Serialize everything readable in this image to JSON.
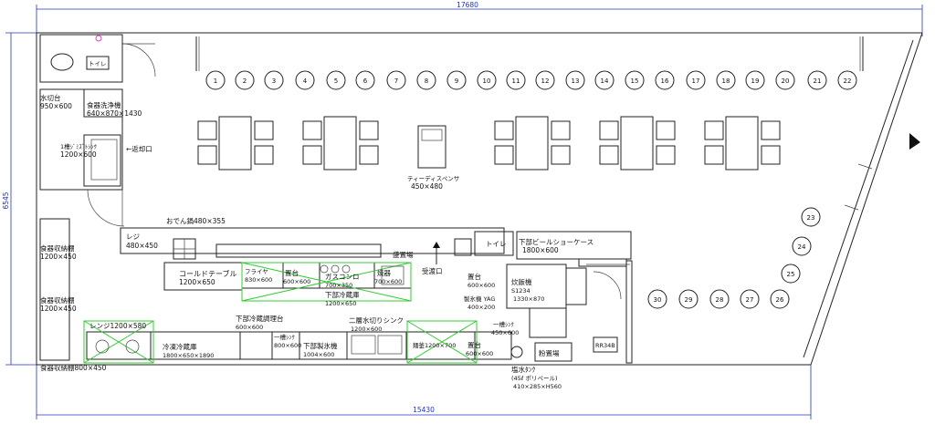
{
  "dimensions": {
    "top": "17680",
    "bottom": "15430",
    "left": "6545"
  },
  "seats_top": [
    "1",
    "2",
    "3",
    "4",
    "5",
    "6",
    "7",
    "8",
    "9",
    "10",
    "11",
    "12",
    "13",
    "14",
    "15",
    "16",
    "17",
    "18",
    "19",
    "20",
    "21",
    "22"
  ],
  "seats_right": [
    "23",
    "24",
    "25"
  ],
  "seats_bottom": [
    "30",
    "29",
    "28",
    "27",
    "26"
  ],
  "labels": {
    "toilet": "トイレ",
    "sink_top": "水切台",
    "sink_top_size": "950×600",
    "dishwasher": "食器洗浄機",
    "dishwasher_size": "640×870×1430",
    "sink1": "1槽ｼﾞﾐｽﾞﾄｼﾝｸ",
    "sink1_size": "1200×600",
    "return_port": "←返却口",
    "dispenser": "ティーディスペンサ",
    "dispenser_size": "450×480",
    "oden": "おでん鍋480×355",
    "register": "レジ",
    "register_size": "480×450",
    "beer_case": "下部ビールショーケース",
    "beer_case_size": "1800×600",
    "toire2": "トイレ",
    "tana1": "食器収納棚",
    "tana1_size": "1200×450",
    "tana2": "食器収納棚",
    "tana2_size": "1200×450",
    "tana3": "食器収納棚800×450",
    "cold_table": "コールドテーブル",
    "cold_table_size": "1200×650",
    "fryer": "フライヤ",
    "fryer_size": "830×600",
    "stand": "置台",
    "stand_size": "600×600",
    "gas_stove": "ガスコンロ",
    "gas_stove_size": "700×350",
    "under_fridge": "下部冷蔵庫",
    "under_fridge_size": "1200×650",
    "grill": "焼器",
    "grill_size": "700×600",
    "serving": "盛置場",
    "receiving": "受渡口",
    "stand2": "置台",
    "stand2_size": "600×600",
    "ice_maker": "製氷機 YAG",
    "ice_maker_size": "400×200",
    "rice": "炊飯機",
    "rice_model": "S1234",
    "rice_size": "1330×870",
    "under_prep": "下部冷蔵調理台",
    "under_prep_size": "600×600",
    "range": "レンジ1200×580",
    "freezer": "冷凍冷蔵庫",
    "freezer_size": "1800×650×1890",
    "sink_one": "一槽ｼﾝｸ",
    "sink_one_size": "800×600",
    "under_ice": "下部製氷機",
    "under_ice_size": "1004×600",
    "sink_two": "二層水切りシンク",
    "sink_two_size": "1200×600",
    "noodle": "麺釜1200×700",
    "stand3": "置台",
    "stand3_size": "600×600",
    "sink_small": "一槽ｼﾝｸ",
    "sink_small_size": "450×600",
    "salt_tank": "塩水ﾀﾝｸ",
    "salt_tank_spec": "(45ℓ ポリペール)",
    "salt_tank_size": "410×285×H560",
    "powder": "粉置場",
    "rr": "RR34B"
  }
}
